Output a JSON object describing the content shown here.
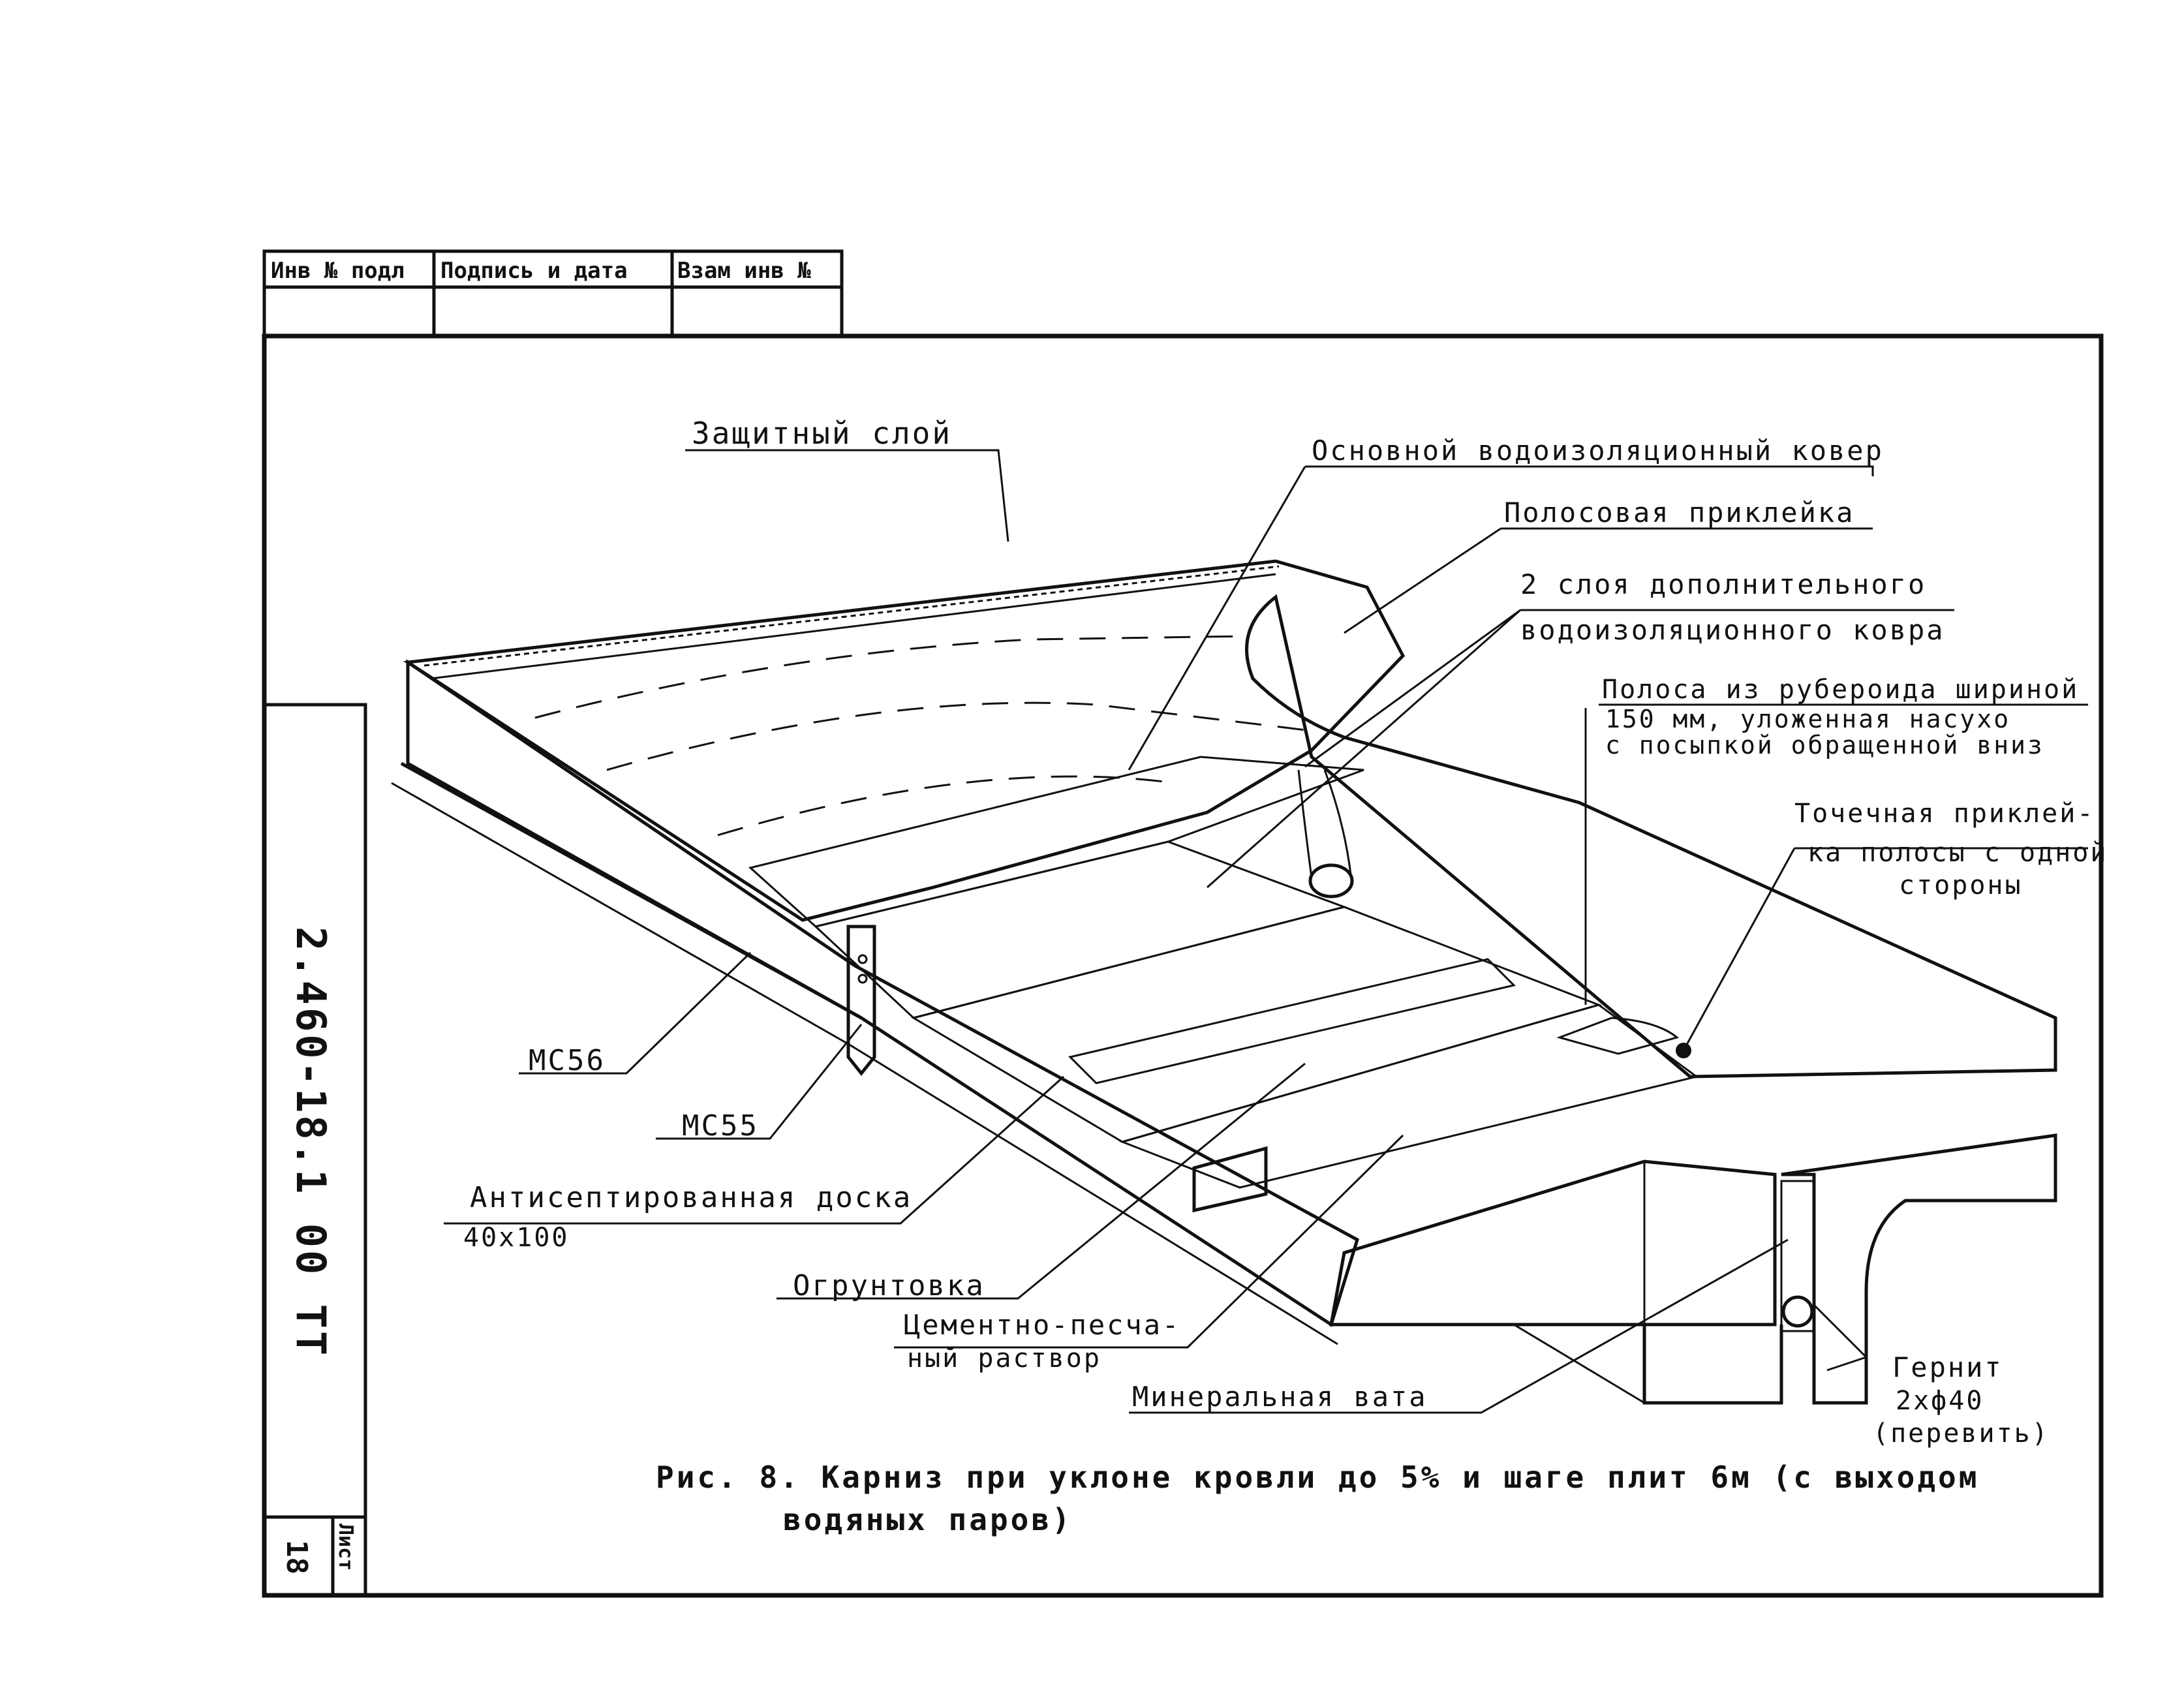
{
  "stamp": {
    "col1_header": "Инв № подл",
    "col2_header": "Подпись и дата",
    "col3_header": "Взам инв №"
  },
  "document_code": "2.460-18.1 00 ТТ",
  "sheet": {
    "label": "Лист",
    "number": "18"
  },
  "labels": {
    "protective_layer": "Защитный слой",
    "main_carpet": "Основной водоизоляционный ковер",
    "strip_gluing": "Полосовая приклейка",
    "extra_carpet_line1": "2 слоя дополнительного",
    "extra_carpet_line2": "водоизоляционного ковра",
    "ruberoid_line1": "Полоса из рубероида шириной",
    "ruberoid_line2": "150 мм, уложенная насухо",
    "ruberoid_line3": "с посыпкой обращенной вниз",
    "point_gluing_line1": "Точечная приклей-",
    "point_gluing_line2": "ка полосы с одной",
    "point_gluing_line3": "стороны",
    "mc56": "МС56",
    "mc55": "МС55",
    "board_line1": "Антисептированная доска",
    "board_line2": "40х100",
    "priming": "Огрунтовка",
    "mortar_line1": "Цементно-песча-",
    "mortar_line2": "ный раствор",
    "mineral_wool": "Минеральная вата",
    "gernit_line1": "Гернит",
    "gernit_line2": "2хф40",
    "gernit_line3": "(перевить)"
  },
  "caption": {
    "line1": "Рис. 8. Карниз при уклоне кровли до 5% и шаге плит 6м (с выходом",
    "line2": "водяных паров)"
  }
}
